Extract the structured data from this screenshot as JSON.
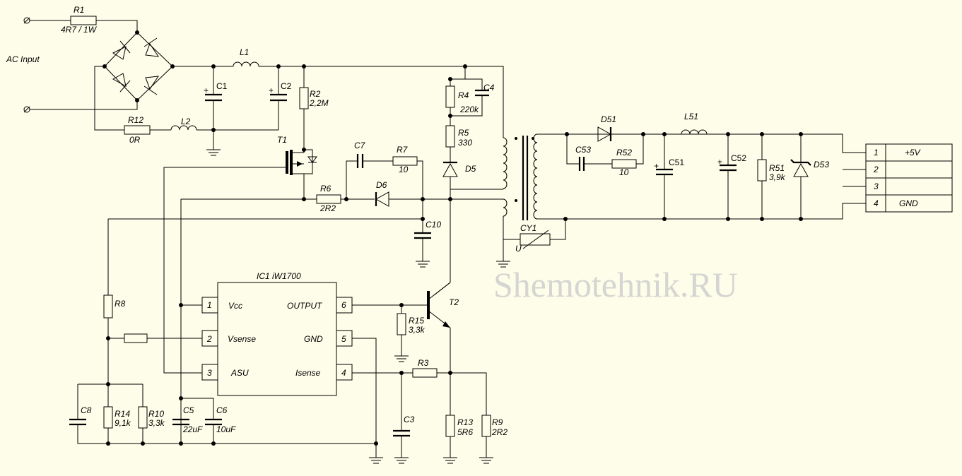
{
  "labels": {
    "r1": "R1",
    "r1_val": "4R7 / 1W",
    "ac_input": "AC Input",
    "l1": "L1",
    "c1": "C1",
    "c2": "C2",
    "r2": "R2",
    "r2_val": "2,2M",
    "r12": "R12",
    "r12_val": "0R",
    "l2": "L2",
    "t1": "T1",
    "c7": "C7",
    "r7": "R7",
    "r7_val": "10",
    "r6": "R6",
    "r6_val": "2R2",
    "d6": "D6",
    "c10": "C10",
    "r4": "R4",
    "r4_val": "220k",
    "c4": "C4",
    "r5": "R5",
    "r5_val": "330",
    "d5": "D5",
    "d51": "D51",
    "c53": "C53",
    "r52": "R52",
    "r52_val": "10",
    "l51": "L51",
    "c51": "C51",
    "c52": "C52",
    "r51": "R51",
    "r51_val": "3,9k",
    "d53": "D53",
    "cy1": "CY1",
    "cy1_u": "U",
    "ic1": "IC1 iW1700",
    "pin1": "1",
    "pin2": "2",
    "pin3": "3",
    "pin4": "4",
    "pin5": "5",
    "pin6": "6",
    "vcc": "Vcc",
    "vsense": "Vsense",
    "asu": "ASU",
    "output": "OUTPUT",
    "gnd": "GND",
    "isense": "Isense",
    "t2": "T2",
    "r15": "R15",
    "r15_val": "3,3k",
    "r3": "R3",
    "r13": "R13",
    "r13_val": "5R6",
    "r9": "R9",
    "r9_val": "2R2",
    "c3": "C3",
    "r8": "R8",
    "c8": "C8",
    "r14": "R14",
    "r14_val": "9,1k",
    "r10": "R10",
    "r10_val": "3,3k",
    "c5": "C5",
    "c5_val": "22uF",
    "c6": "C6",
    "c6_val": "10uF",
    "plus": "+"
  },
  "connector": {
    "rows": [
      {
        "pin": "1",
        "name": "+5V"
      },
      {
        "pin": "2",
        "name": ""
      },
      {
        "pin": "3",
        "name": ""
      },
      {
        "pin": "4",
        "name": "GND"
      }
    ]
  },
  "watermark": "Shemotehnik.RU"
}
